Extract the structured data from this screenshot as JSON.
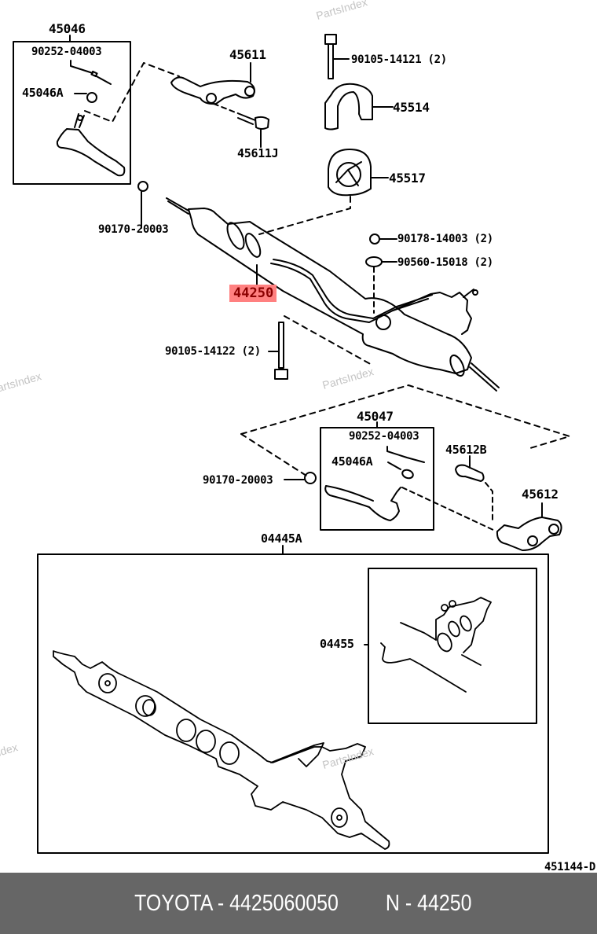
{
  "diagram": {
    "title_code": "451144-D",
    "highlight_color": "#ff8080",
    "highlight_text_color": "#8b0000",
    "highlighted_part": "44250",
    "watermark": "PartsIndex",
    "labels": {
      "assy_left_tie_rod": "45046",
      "cotter_pin_left": "90252-04003",
      "nut_left": "45046A",
      "knuckle_arm_left": "45611",
      "knuckle_bolt_left": "45611J",
      "bolt_top": "90105-14121 (2)",
      "bracket": "45514",
      "grommet": "45517",
      "nut_locking_upper": "90170-20003",
      "nut_flange": "90178-14003 (2)",
      "washer": "90560-15018 (2)",
      "rack_assy": "44250",
      "bolt_lower": "90105-14122 (2)",
      "assy_right_tie_rod": "45047",
      "cotter_pin_right": "90252-04003",
      "nut_right": "45046A",
      "nut_locking_lower": "90170-20003",
      "knuckle_bolt_right": "45612B",
      "knuckle_arm_right": "45612",
      "gasket_kit": "04445A",
      "valve_kit": "04455"
    }
  },
  "footer": {
    "brand_text": "TOYOTA - 4425060050",
    "number_text": "N - 44250",
    "background": "#666666"
  }
}
